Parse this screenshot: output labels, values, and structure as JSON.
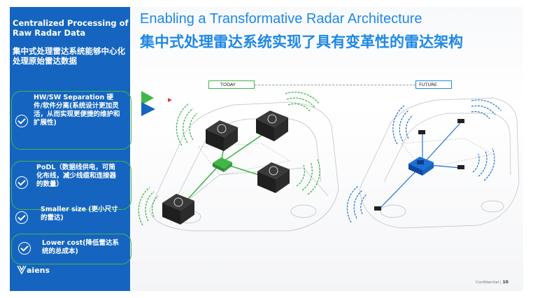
{
  "sidebar": {
    "title_en": "Centralized Processing of Raw Radar Data",
    "title_zh": "集中式处理雷达系统能够中心化处理原始雷达数据",
    "items": [
      {
        "text": "HW/SW Separation 硬件/软件分离(系统设计更加灵活，从而实现更便捷的维护和扩展性)"
      },
      {
        "text": "PoDL（数据线供电，可简化布线，减少线缆和连接器的数量）"
      },
      {
        "text": "Smaller size (更小尺寸的雷达)"
      },
      {
        "text": "Lower cost(降低雷达系统的总成本)"
      }
    ],
    "logo": "aiens"
  },
  "header": {
    "title_en": "Enabling a Transformative Radar Architecture",
    "title_zh": "集中式处理雷达系统实现了具有变革性的雷达架构"
  },
  "diagram": {
    "today_label": "TODAY",
    "future_label": "FUTURE"
  },
  "footer": {
    "confidential": "Confidential",
    "page": "10"
  },
  "colors": {
    "sidebar_blue": "#1565c0",
    "title_blue": "#1e88e5",
    "green": "#43b649",
    "future_blue": "#1e6fd6"
  }
}
